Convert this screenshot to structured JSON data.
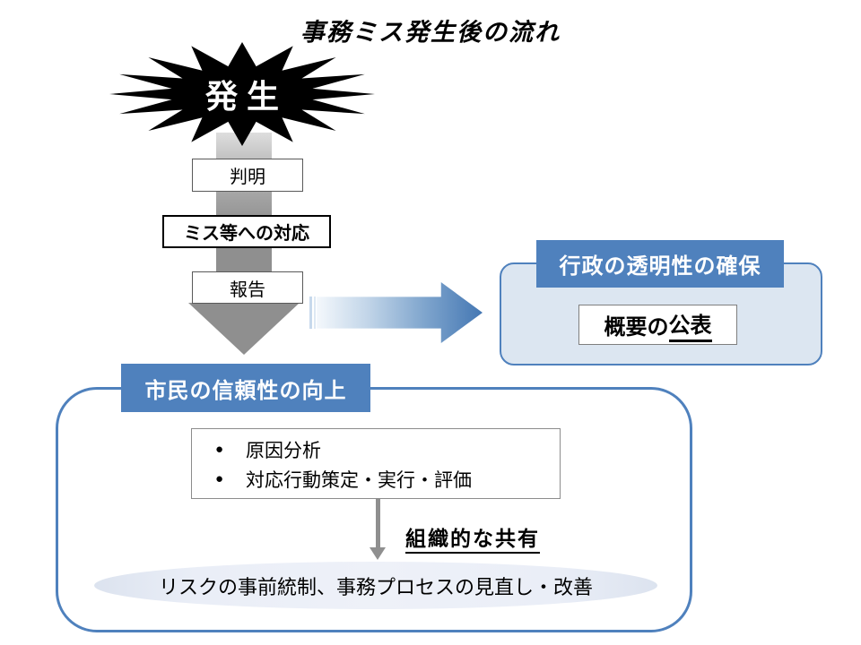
{
  "slide": {
    "title": "事務ミス発生後の流れ"
  },
  "colors": {
    "accent_blue": "#4F81BD",
    "panel_fill": "#DCE6F1",
    "arrow_gray": "#8F8F8F",
    "ellipse_fill": "#E8EDF6",
    "burst_fill": "#000000"
  },
  "flow": {
    "burst_label": "発生",
    "steps": [
      {
        "label": "判明"
      },
      {
        "label": "ミス等への対応"
      },
      {
        "label": "報告"
      }
    ]
  },
  "transparency_panel": {
    "header": "行政の透明性の確保",
    "item_prefix": "概要の",
    "item_underlined": "公表"
  },
  "trust_panel": {
    "header": "市民の信頼性の向上",
    "bullet_char": "●",
    "bullets": [
      "原因分析",
      "対応行動策定・実行・評価"
    ],
    "share_label": "組織的な共有",
    "outcome": "リスクの事前統制、事務プロセスの見直し・改善"
  }
}
